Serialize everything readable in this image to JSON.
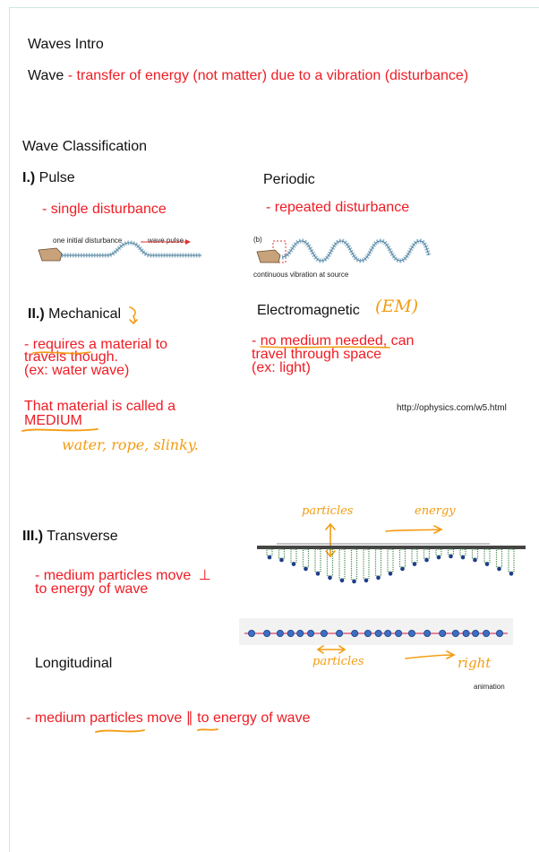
{
  "title": "Waves Intro",
  "definition": {
    "term": "Wave",
    "text": "- transfer of energy (not matter) due to a vibration (disturbance)"
  },
  "classification_heading": "Wave Classification",
  "section1": {
    "numeral": "I.)",
    "left_heading": "Pulse",
    "left_desc": "- single disturbance",
    "right_heading": "Periodic",
    "right_desc": "- repeated disturbance",
    "pulse_fig_label_1": "one initial disturbance",
    "pulse_fig_label_2": "wave pulse",
    "periodic_fig_label_b": "(b)",
    "periodic_fig_caption": "continuous vibration at source"
  },
  "section2": {
    "numeral": "II.)",
    "left_heading": "Mechanical",
    "left_desc_1": "- requires a material to",
    "left_desc_2": "travels though.",
    "left_desc_3": "(ex: water wave)",
    "medium_1": "That material is called a",
    "medium_2": "MEDIUM",
    "ink_medium_examples": "water, rope, slinky.",
    "right_heading": "Electromagnetic",
    "ink_em": "(EM)",
    "right_desc_1": "- no medium needed, can",
    "right_desc_2": "travel through space",
    "right_desc_3": "(ex: light)",
    "link": "http://ophysics.com/w5.html"
  },
  "section3": {
    "numeral": "III.)",
    "left_heading": "Transverse",
    "left_desc_1": "- medium particles move",
    "perp_symbol": "⊥",
    "left_desc_2": "to energy of wave",
    "ink_particles": "particles",
    "ink_energy": "energy",
    "long_heading": "Longitudinal",
    "ink_particles_2": "particles",
    "ink_right": "right",
    "animation_label": "animation",
    "long_desc": "- medium particles move ∥ to energy of wave"
  },
  "colors": {
    "red_text": "#ee1c24",
    "ink_orange": "#f39c12",
    "spring_green": "#4a8a52",
    "particle_blue": "#1f3d8a"
  }
}
